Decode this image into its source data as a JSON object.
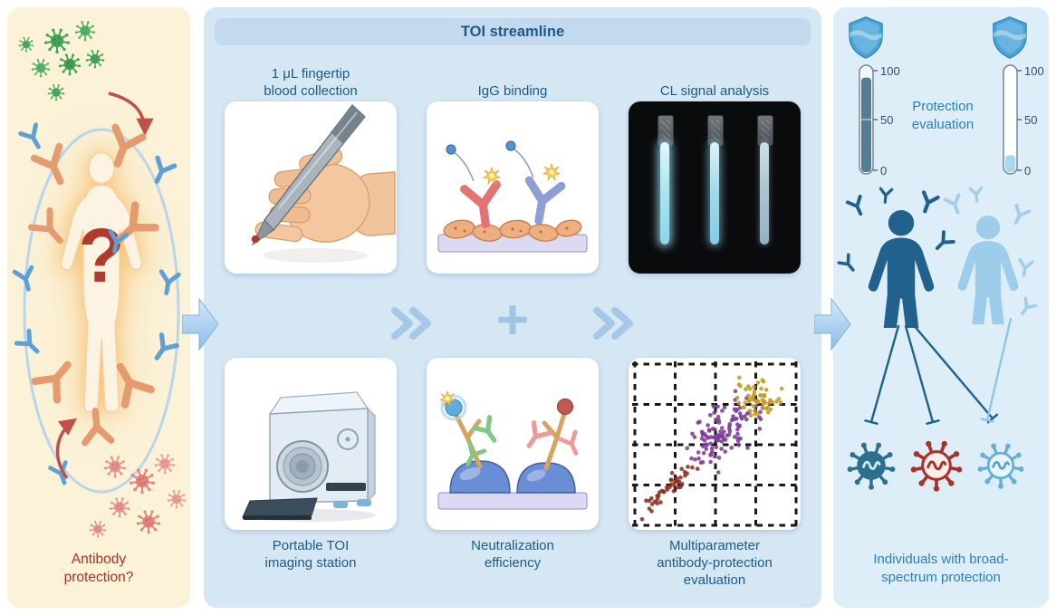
{
  "colors": {
    "left_bg": "#fbf2d8",
    "middle_bg": "#d6e7f4",
    "right_bg": "#ddeef8",
    "titlebar_bg": "#c2d9ee",
    "blue_text": "#1c5a87",
    "red_text": "#a93226",
    "teal_text": "#2a7fb5"
  },
  "left_panel": {
    "question_mark": "?",
    "caption": "Antibody protection?"
  },
  "middle_panel": {
    "title": "TOI streamline",
    "plus": "+",
    "steps": {
      "blood": "1 μL fingertip blood collection",
      "igg": "IgG binding",
      "cl": "CL signal analysis",
      "station": "Portable TOI imaging station",
      "neutralization": "Neutralization efficiency",
      "multiparameter": "Multiparameter antibody-protection evaluation"
    }
  },
  "right_panel": {
    "protection_label": "Protection evaluation",
    "caption": "Individuals with broad-spectrum protection",
    "gauge_left": {
      "ticks": [
        "100",
        "50",
        "0"
      ],
      "fill_percent": 90
    },
    "gauge_right": {
      "ticks": [
        "100",
        "50",
        "0"
      ],
      "fill_percent": 16
    }
  },
  "chart_data": {
    "type": "scatter",
    "title": "Multiparameter antibody-protection evaluation",
    "xlabel": "",
    "ylabel": "",
    "grid": "dashed",
    "legend": "none",
    "clusters": [
      {
        "name": "cluster-purple",
        "color": "#7d3c98",
        "cx": 0.55,
        "cy": 0.44,
        "sx": 0.09,
        "sy": 0.08,
        "slope": -0.55,
        "n": 115
      },
      {
        "name": "cluster-gold",
        "color": "#c49a1f",
        "cx": 0.75,
        "cy": 0.22,
        "sx": 0.06,
        "sy": 0.05,
        "slope": -0.15,
        "n": 55
      },
      {
        "name": "cluster-darkred",
        "color": "#8e2f1f",
        "cx": 0.24,
        "cy": 0.76,
        "sx": 0.075,
        "sy": 0.035,
        "slope": -0.9,
        "n": 42
      }
    ]
  }
}
